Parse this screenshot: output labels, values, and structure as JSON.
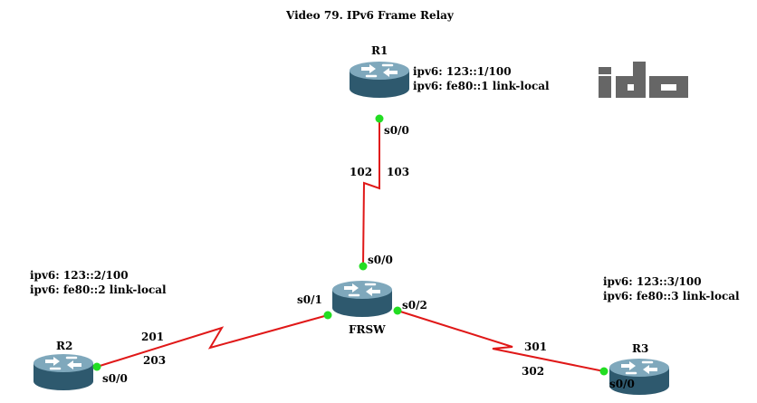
{
  "title": "Video 79. IPv6 Frame Relay",
  "colors": {
    "link": "#e01818",
    "port_dot": "#22dd22",
    "router_body": "#3f6f86",
    "router_top": "#6a95ab",
    "logo": "#666666"
  },
  "logo": {
    "text": "ida",
    "icon": "ida-logo"
  },
  "routers": {
    "r1": {
      "name": "R1",
      "ipv6": "ipv6: 123::1/100",
      "link_local": "ipv6: fe80::1 link-local",
      "port": "s0/0"
    },
    "r2": {
      "name": "R2",
      "ipv6": "ipv6: 123::2/100",
      "link_local": "ipv6: fe80::2 link-local",
      "port": "s0/0"
    },
    "r3": {
      "name": "R3",
      "ipv6": "ipv6: 123::3/100",
      "link_local": "ipv6: fe80::3 link-local",
      "port": "s0/0"
    },
    "frsw": {
      "name": "FRSW",
      "port_up": "s0/0",
      "port_left": "s0/1",
      "port_right": "s0/2"
    }
  },
  "dlci": {
    "r1_a": "102",
    "r1_b": "103",
    "r2_a": "201",
    "r2_b": "203",
    "r3_a": "301",
    "r3_b": "302"
  }
}
